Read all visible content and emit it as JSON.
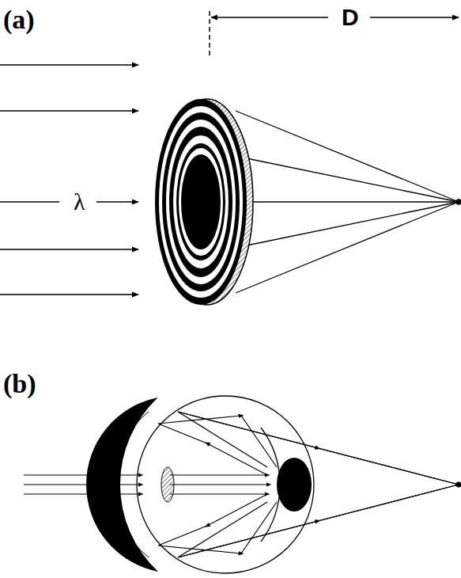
{
  "diagram": {
    "labels": [
      "(a)",
      "D",
      "λ",
      "(b)"
    ]
  }
}
